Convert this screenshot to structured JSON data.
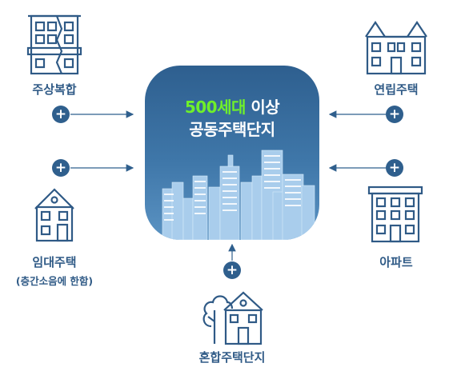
{
  "center": {
    "highlight": "500세대",
    "line1_rest": " 이상",
    "line2": "공동주택단지"
  },
  "nodes": {
    "mixed_use": {
      "label": "주상복합",
      "plus": "+"
    },
    "rental": {
      "label": "임대주택",
      "note": "(층간소음에 한함)",
      "plus": "+"
    },
    "townhouse": {
      "label": "연립주택",
      "plus": "+"
    },
    "apartment": {
      "label": "아파트",
      "plus": "+"
    },
    "mixed_complex": {
      "label": "혼합주택단지",
      "plus": "+"
    }
  },
  "colors": {
    "primary": "#2f5a86",
    "highlight": "#6ff02a",
    "center_bg": "#3f77a9"
  }
}
